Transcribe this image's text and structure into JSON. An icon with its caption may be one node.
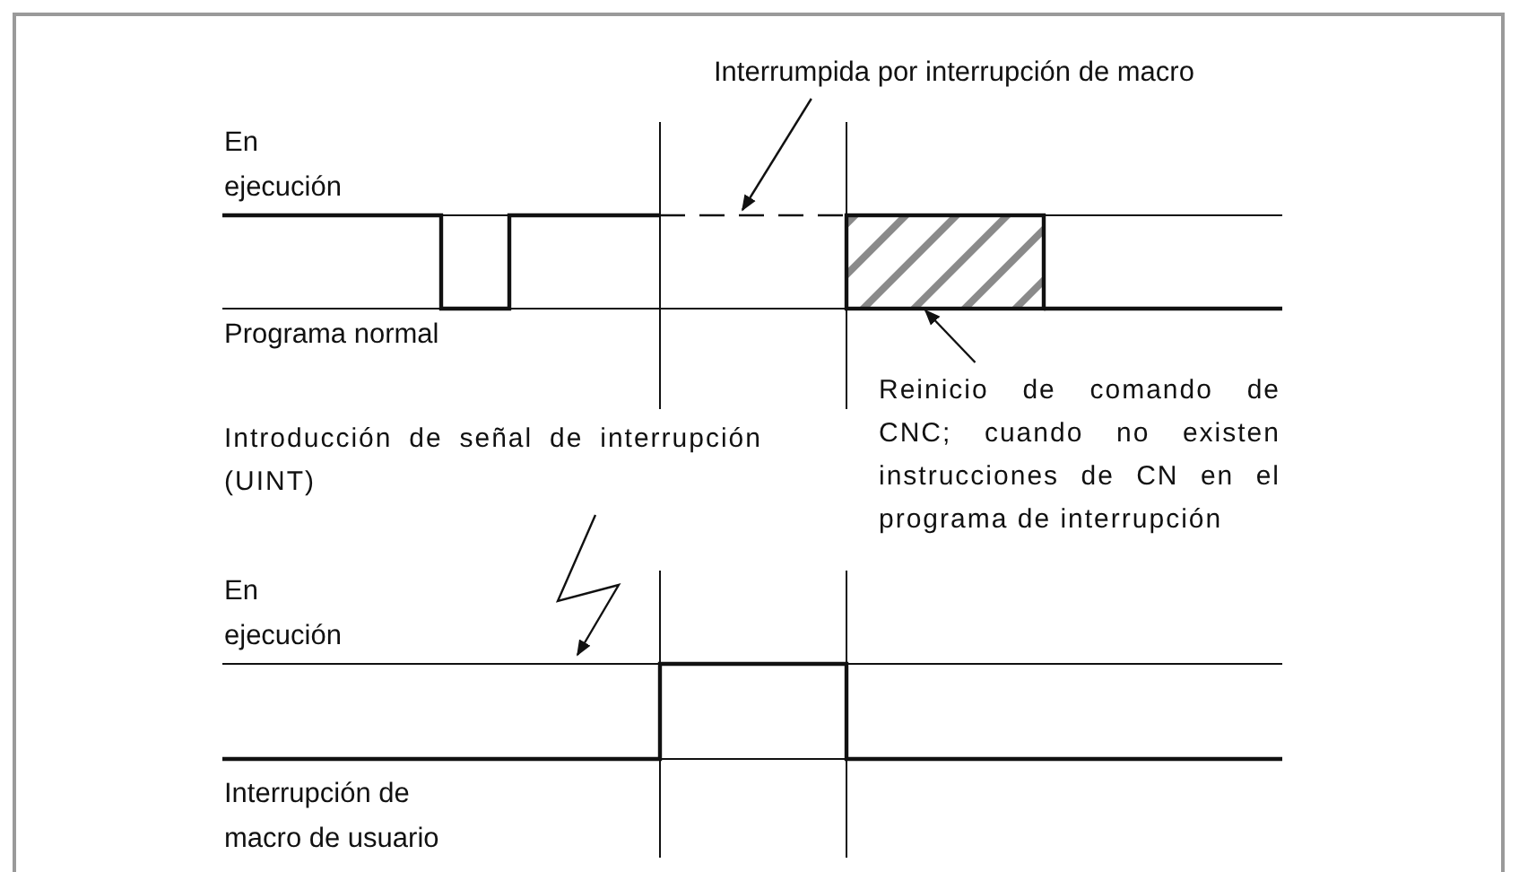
{
  "diagram": {
    "nodes": [
      {
        "text": [
          "Interrumpida por interrupción de macro"
        ]
      },
      {
        "text": [],
        "shape": "box"
      },
      {
        "text": [
          "Reinicio de comando de CNC; cuando no existen instrucciones de CN en el programa de interrupción"
        ]
      },
      {
        "text": [
          "Introducción de señal de interrupción (UINT)"
        ]
      }
    ],
    "edges": [
      {
        "from": 0,
        "to": null,
        "arrow": "to"
      },
      {
        "from": 2,
        "to": 1,
        "arrow": "to"
      },
      {
        "from": 3,
        "to": null,
        "arrow": "to"
      }
    ],
    "labels": [
      "En ejecución",
      "Programa normal",
      "En ejecución",
      "Interrupción de macro de usuario"
    ]
  }
}
